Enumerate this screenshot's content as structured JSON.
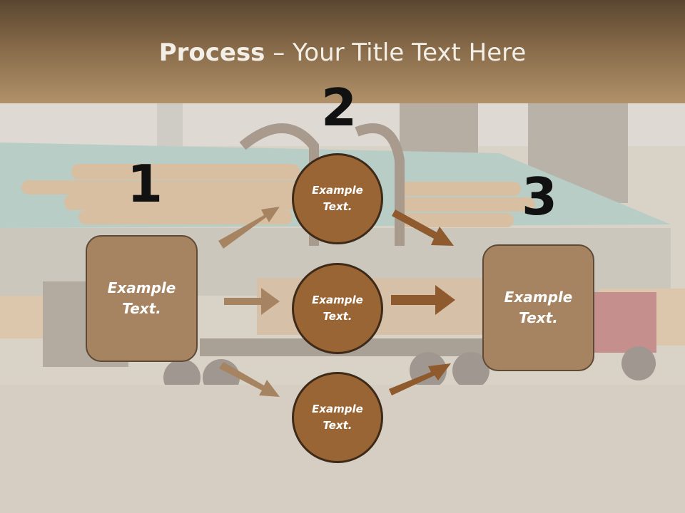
{
  "title": {
    "bold": "Process",
    "rest": " – Your Title Text Here"
  },
  "steps": [
    {
      "number": "1",
      "label_line1": "Example",
      "label_line2": "Text."
    },
    {
      "number": "2",
      "label_line1": "Example",
      "label_line2": "Text."
    },
    {
      "number": "3",
      "label_line1": "Example",
      "label_line2": "Text."
    }
  ],
  "circles": [
    {
      "label_line1": "Example",
      "label_line2": "Text."
    },
    {
      "label_line1": "Example",
      "label_line2": "Text."
    },
    {
      "label_line1": "Example",
      "label_line2": "Text."
    }
  ],
  "colors": {
    "header_top": "#5a4630",
    "box_fill": "#a68462",
    "circle_fill": "#9a6535",
    "arrow_light": "#a68462",
    "arrow_dark": "#8f5a2e"
  }
}
